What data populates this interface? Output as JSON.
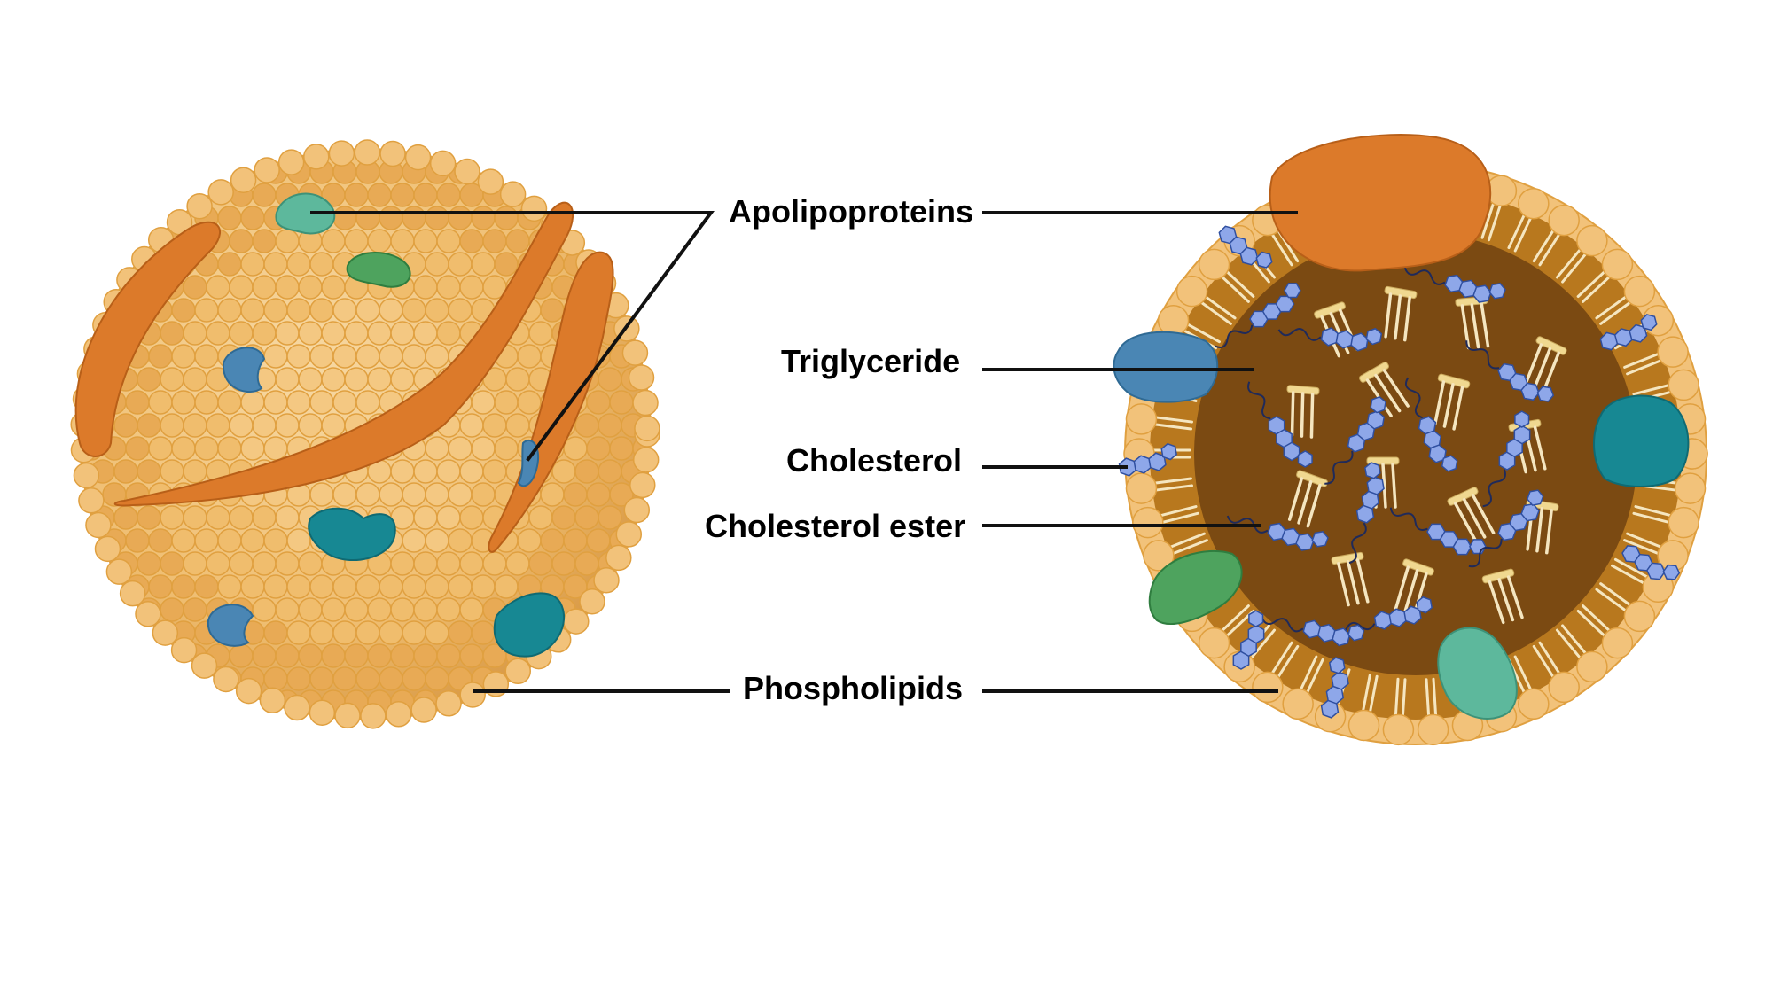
{
  "labels": {
    "apolipoproteins": "Apolipoproteins",
    "triglyceride": "Triglyceride",
    "cholesterol": "Cholesterol",
    "cholesterol_ester": "Cholesterol ester",
    "phospholipids": "Phospholipids"
  },
  "colors": {
    "phospholipid_head": "#f2c27a",
    "phospholipid_edge": "#e0a040",
    "core_brown": "#7b4a12",
    "tail_cream": "#f5e6c0",
    "apo_orange": "#dc7a2a",
    "apo_blue": "#4a86b4",
    "apo_teal": "#178893",
    "apo_green": "#4ea35e",
    "apo_mint": "#5db89c",
    "cholesterol_blue": "#8ea7e9"
  }
}
